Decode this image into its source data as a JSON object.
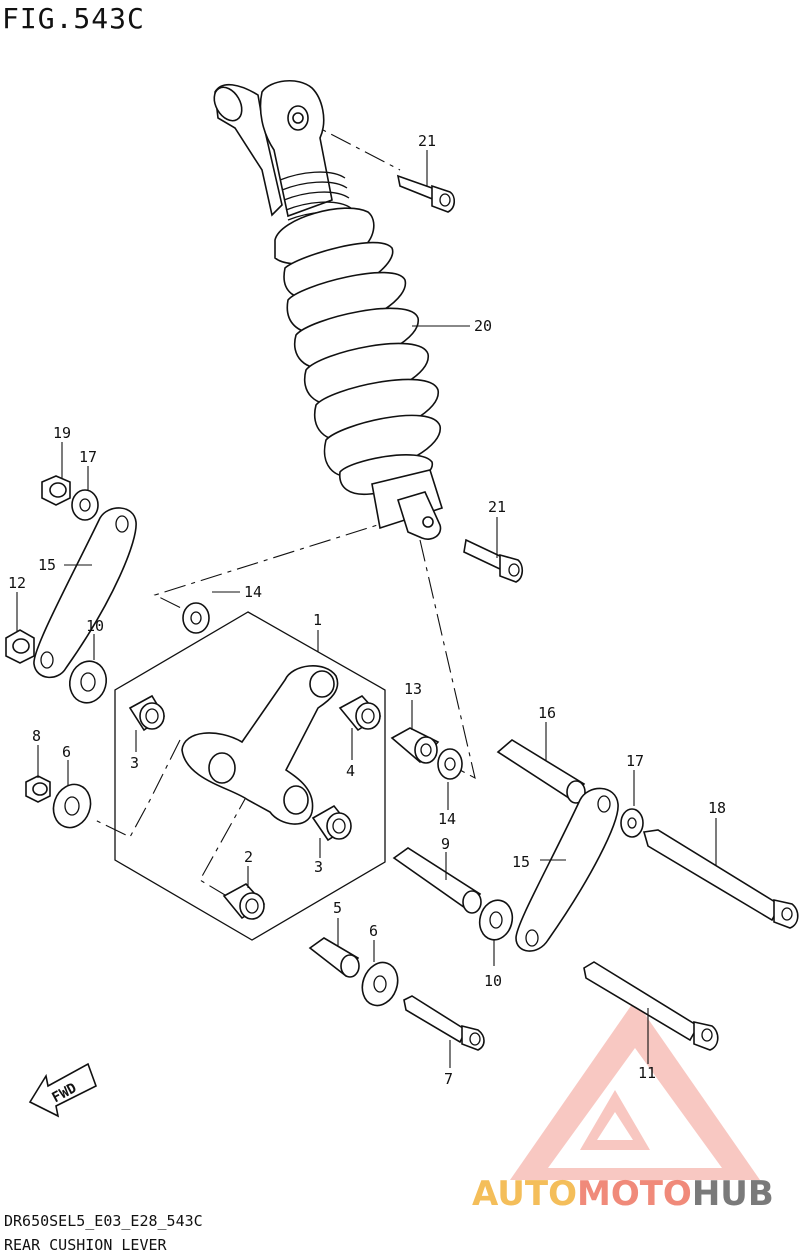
{
  "figure": {
    "title": "FIG.543C",
    "code": "DR650SEL5_E03_E28_543C",
    "name": "REAR CUSHION LEVER"
  },
  "direction_arrow": {
    "label": "FWD"
  },
  "callouts": {
    "c1": "1",
    "c2": "2",
    "c3a": "3",
    "c3b": "3",
    "c4": "4",
    "c5": "5",
    "c6a": "6",
    "c6b": "6",
    "c7": "7",
    "c8": "8",
    "c9": "9",
    "c10a": "10",
    "c10b": "10",
    "c11": "11",
    "c12": "12",
    "c13": "13",
    "c14a": "14",
    "c14b": "14",
    "c15a": "15",
    "c15b": "15",
    "c16": "16",
    "c17a": "17",
    "c17b": "17",
    "c18": "18",
    "c19": "19",
    "c20": "20",
    "c21a": "21",
    "c21b": "21"
  },
  "watermark": {
    "part1": "AUTO",
    "part2": "MOTO",
    "part3": "HUB",
    "colors": {
      "auto": "#f4be5a",
      "moto": "#f08a7a",
      "hub": "#7a7a7a",
      "triangle": "#f0897b"
    }
  }
}
